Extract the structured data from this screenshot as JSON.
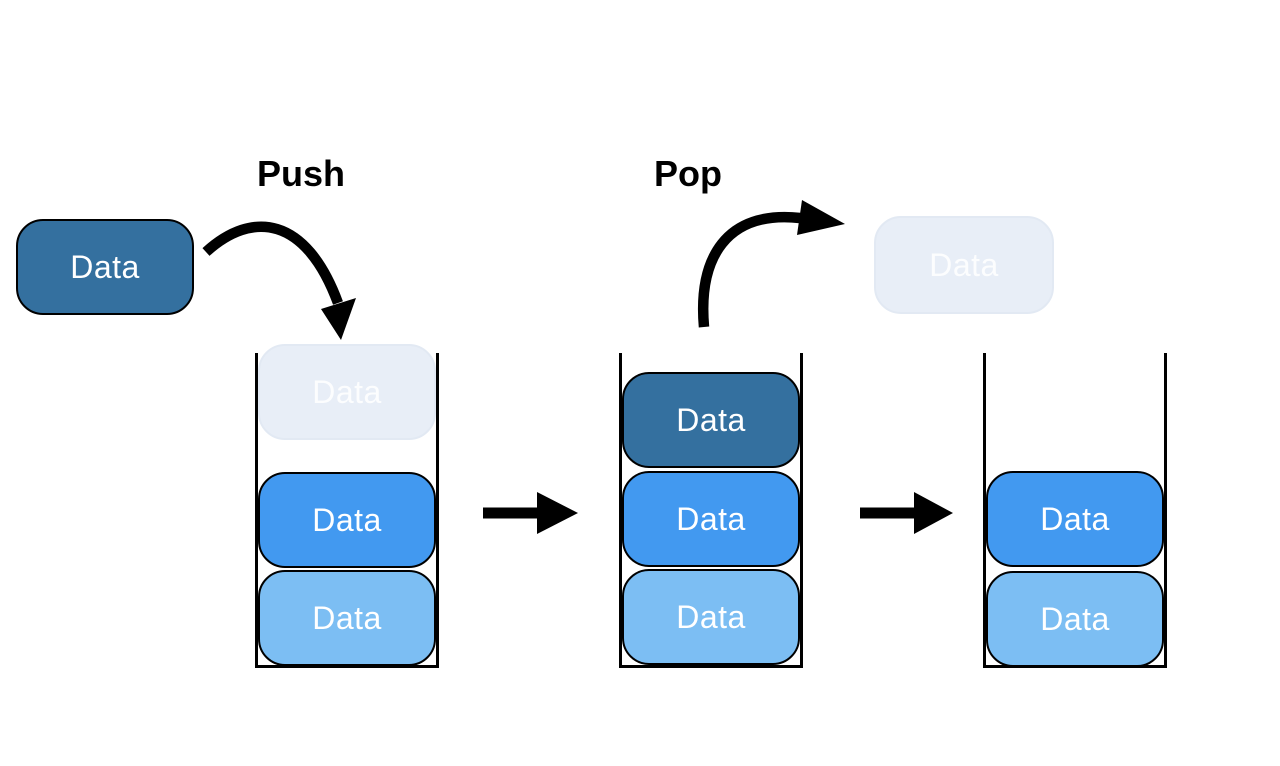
{
  "labels": {
    "push": "Push",
    "pop": "Pop"
  },
  "colors": {
    "dark_blue": "#34709F",
    "medium_blue": "#4299F0",
    "light_blue": "#7CBEF3",
    "faded_fill": "#E8EEF7",
    "faded_border": "#E2E9F3",
    "box_text": "#FFFFFF",
    "outline": "#000000",
    "arrow": "#000000"
  },
  "floating": {
    "push_source": {
      "label": "Data"
    },
    "pop_target": {
      "label": "Data"
    }
  },
  "stacks": [
    {
      "name": "stack-during-push",
      "boxes": [
        {
          "label": "Data",
          "variant": "faded"
        },
        {
          "label": "Data",
          "variant": "medium"
        },
        {
          "label": "Data",
          "variant": "light"
        }
      ]
    },
    {
      "name": "stack-full",
      "boxes": [
        {
          "label": "Data",
          "variant": "dark"
        },
        {
          "label": "Data",
          "variant": "medium"
        },
        {
          "label": "Data",
          "variant": "light"
        }
      ]
    },
    {
      "name": "stack-after-pop",
      "boxes": [
        {
          "label": "Data",
          "variant": "medium"
        },
        {
          "label": "Data",
          "variant": "light"
        }
      ]
    }
  ]
}
